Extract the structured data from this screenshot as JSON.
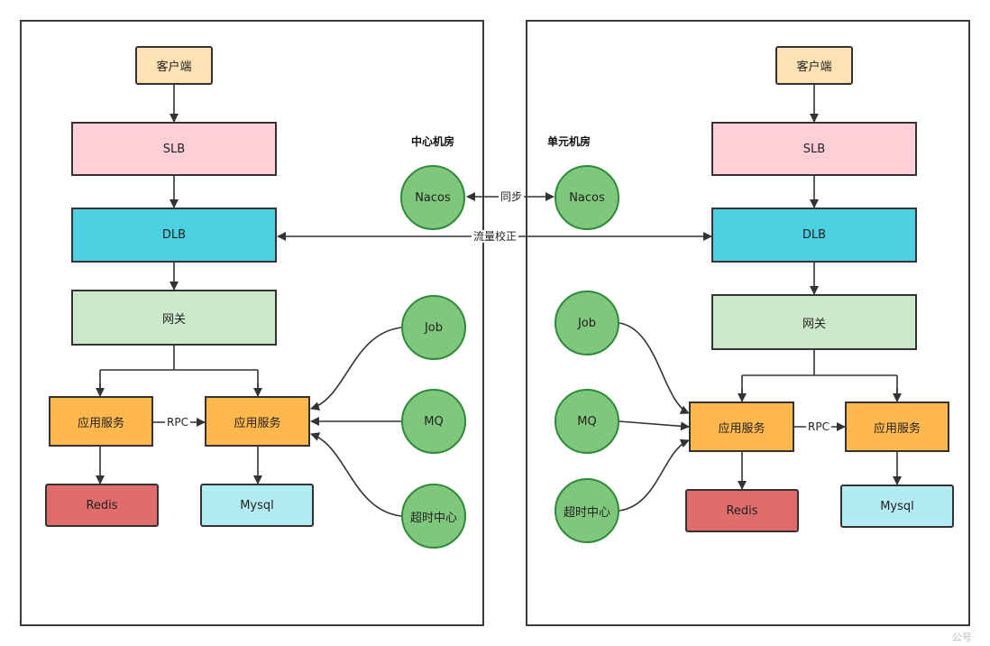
{
  "titles": {
    "center": "中心机房",
    "unit": "单元机房"
  },
  "edge_labels": {
    "sync": "同步",
    "traffic": "流量校正",
    "rpc": "RPC"
  },
  "left": {
    "client": "客户端",
    "slb": "SLB",
    "dlb": "DLB",
    "gateway": "网关",
    "svc_a": "应用服务",
    "svc_b": "应用服务",
    "redis": "Redis",
    "mysql": "Mysql",
    "nacos": "Nacos",
    "job": "Job",
    "mq": "MQ",
    "timeout": "超时中心",
    "rpc": "RPC"
  },
  "right": {
    "client": "客户端",
    "slb": "SLB",
    "dlb": "DLB",
    "gateway": "网关",
    "svc_a": "应用服务",
    "svc_b": "应用服务",
    "redis": "Redis",
    "mysql": "Mysql",
    "nacos": "Nacos",
    "job": "Job",
    "mq": "MQ",
    "timeout": "超时中心",
    "rpc": "RPC"
  },
  "colors": {
    "client": "#fde3b4",
    "slb": "#ffcfd7",
    "dlb": "#4dd0e1",
    "gateway": "#cde9cc",
    "service": "#ffb84d",
    "redis": "#e06c6c",
    "mysql": "#b3ebf2",
    "circle": "#7fc77c"
  },
  "watermark": "公号"
}
